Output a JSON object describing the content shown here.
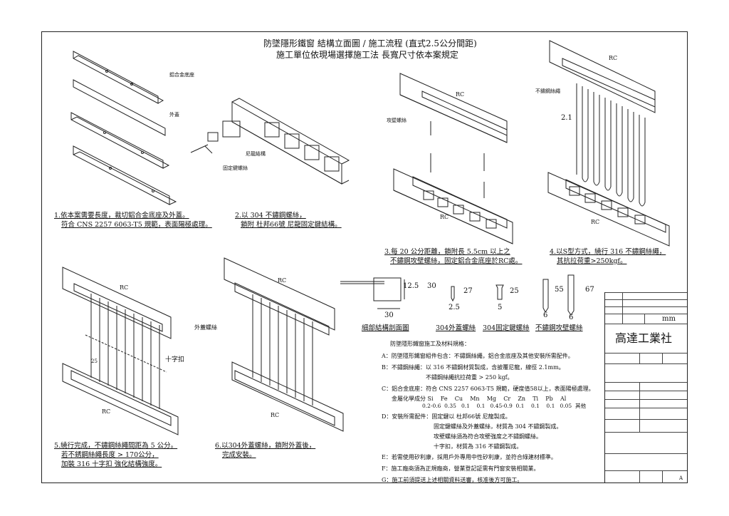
{
  "title": {
    "line1": "防墜隱形鐵窗 結構立面圖 / 施工流程 (直式2.5公分間距)",
    "line2": "施工單位依現場選擇施工法 長寬尺寸依本案規定"
  },
  "labels": {
    "aluminum_base": "鋁合金底座",
    "cover": "外蓋",
    "nylon_knot": "尼龍結構",
    "fixing_screw": "固定鍵螺絲",
    "wall_screw": "攻壁螺絲",
    "steel_rope": "不鏽鋼絲繩",
    "cover_screw": "外蓋螺絲",
    "cross_clamp": "十字扣",
    "rc": "RC",
    "pitch_21": "2.1",
    "pitch_25": "25"
  },
  "steps": {
    "s1_l1": "1.依本案需要長度，裁切鋁合金底座及外蓋。",
    "s1_l2": "符合 CNS 2257 6063-T5 規範，表面陽極處理。",
    "s2_l1": "2.以 304 不鏽鋼螺絲，",
    "s2_l2": "鎖附 杜邦66號 尼龍固定鍵結構。",
    "s3_l1": "3.每 20 公分距離，鎖附長 5.5cm 以上之",
    "s3_l2": "不鏽鋼攻壁螺絲，固定鋁合金底座於RC處。",
    "s4_l1": "4.以S型方式，繞行 316 不鏽鋼絲繩，",
    "s4_l2": "其抗拉荷重>250kgf。",
    "s5_l1": "5.繞行完成，不鏽鋼絲繩間距為 5 公分。",
    "s5_l2": "若不銹鋼絲繩長度 > 170公分，",
    "s5_l3": "加裝 316 十字扣 強化結構強度。",
    "s6_l1": "6.以304外蓋螺絲，鎖附外蓋後，",
    "s6_l2": "完成安裝。"
  },
  "details": {
    "d_125": "12.5",
    "d_30a": "30",
    "d_30b": "30",
    "d_27": "27",
    "d_25s": "2.5",
    "d_25": "25",
    "d_5": "5",
    "d_55": "55",
    "d_67": "67",
    "d_6a": "6",
    "d_6b": "6",
    "cap_section": "細部結構剖面圖",
    "cap_cover": "304外蓋螺絲",
    "cap_fix": "304固定鍵螺絲",
    "cap_wall": "不鏽鋼攻壁螺絲"
  },
  "spec": {
    "head": "防墜隱形鐵窗施工及材料規格：",
    "a": "A：防墜隱形鐵窗組件包含：不鏽鋼絲繩，鋁合金底座及其他安裝所需配件。",
    "b1": "B：不鏽鋼絲繩：以 316 不鏽鋼材質製成，含披覆尼龍，線徑 2.1mm。",
    "b2": "不鏽鋼絲繩抗拉荷重 > 250 kgf。",
    "c1": "C：鋁合金底座：符合 CNS 2257 6063-T5 規範，硬度值58以上，表面陽極處理。",
    "c_head": "金屬化學成分 Si    Fe    Cu    Mn    Mg    Cr    Zn    Ti    Pb    Al",
    "c_vals": "0.2-0.6  0.35   0.1    0.1   0.45-0.9  0.1    0.1    0.1   0.05  其他",
    "d1": "D：安裝所需配件：固定鍵以 杜邦66號 尼龍製成。",
    "d2": "固定鍵螺絲及外蓋螺絲，材質為 304 不鏽鋼製成。",
    "d3": "攻壁螺絲須為符合攻壁強度之不鏽鋼螺絲。",
    "d4": "十字扣，材質為 316 不鏽鋼製成。",
    "e": "E：若需使用矽利康，採用戶外專用中性矽利康，並符合綠建材標準。",
    "f": "F：施工廠商須為正規廠商，營業登記証需有門窗安裝相關業。",
    "g": "G：施工前須提送上述相關資料送審，核准後方可施工。"
  },
  "titleblock": {
    "unit": "mm",
    "company": "高達工業社",
    "sheet_letter": "A"
  }
}
